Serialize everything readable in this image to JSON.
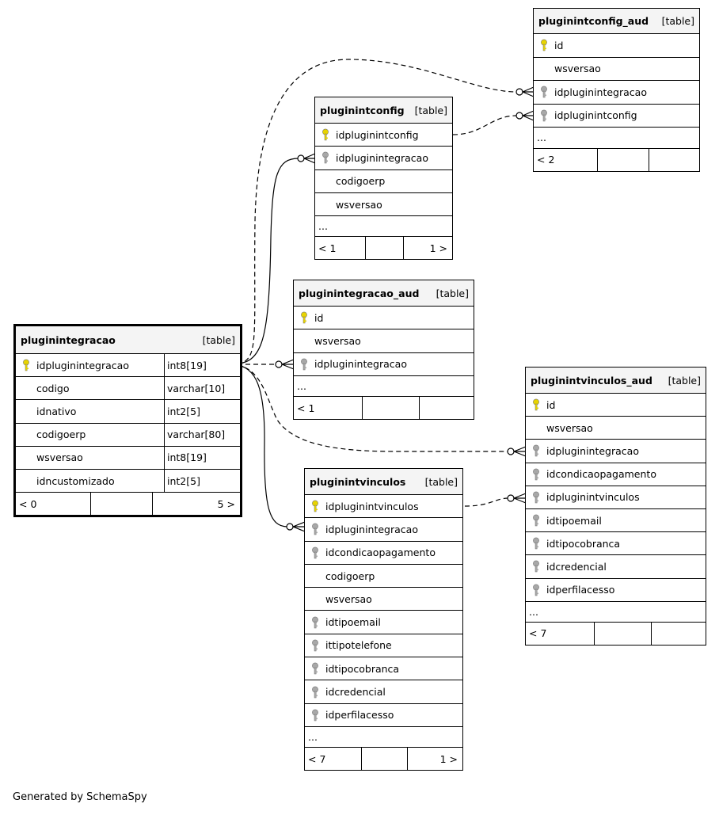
{
  "tables": [
    {
      "name": "pluginintegracao",
      "type": "[table]",
      "focus": true,
      "columns": [
        {
          "key": "primary",
          "name": "idpluginintegracao",
          "datatype": "int8[19]"
        },
        {
          "key": "none",
          "name": "codigo",
          "datatype": "varchar[10]"
        },
        {
          "key": "none",
          "name": "idnativo",
          "datatype": "int2[5]"
        },
        {
          "key": "none",
          "name": "codigoerp",
          "datatype": "varchar[80]"
        },
        {
          "key": "none",
          "name": "wsversao",
          "datatype": "int8[19]"
        },
        {
          "key": "none",
          "name": "idncustomizado",
          "datatype": "int2[5]"
        }
      ],
      "more": false,
      "footer": {
        "left": "< 0",
        "mid": "",
        "right": "5 >"
      }
    },
    {
      "name": "pluginintconfig_aud",
      "type": "[table]",
      "columns": [
        {
          "key": "primary",
          "name": "id"
        },
        {
          "key": "none",
          "name": "wsversao"
        },
        {
          "key": "foreign",
          "name": "idpluginintegracao"
        },
        {
          "key": "foreign",
          "name": "idpluginintconfig"
        }
      ],
      "more": true,
      "footer": {
        "left": "< 2",
        "mid": "",
        "right": ""
      }
    },
    {
      "name": "pluginintconfig",
      "type": "[table]",
      "columns": [
        {
          "key": "primary",
          "name": "idpluginintconfig"
        },
        {
          "key": "foreign",
          "name": "idpluginintegracao"
        },
        {
          "key": "none",
          "name": "codigoerp"
        },
        {
          "key": "none",
          "name": "wsversao"
        }
      ],
      "more": true,
      "footer": {
        "left": "< 1",
        "mid": "",
        "right": "1 >"
      }
    },
    {
      "name": "pluginintegracao_aud",
      "type": "[table]",
      "columns": [
        {
          "key": "primary",
          "name": "id"
        },
        {
          "key": "none",
          "name": "wsversao"
        },
        {
          "key": "foreign",
          "name": "idpluginintegracao"
        }
      ],
      "more": true,
      "footer": {
        "left": "< 1",
        "mid": "",
        "right": ""
      }
    },
    {
      "name": "pluginintvinculos_aud",
      "type": "[table]",
      "columns": [
        {
          "key": "primary",
          "name": "id"
        },
        {
          "key": "none",
          "name": "wsversao"
        },
        {
          "key": "foreign",
          "name": "idpluginintegracao"
        },
        {
          "key": "foreign",
          "name": "idcondicaopagamento"
        },
        {
          "key": "foreign",
          "name": "idpluginintvinculos"
        },
        {
          "key": "foreign",
          "name": "idtipoemail"
        },
        {
          "key": "foreign",
          "name": "idtipocobranca"
        },
        {
          "key": "foreign",
          "name": "idcredencial"
        },
        {
          "key": "foreign",
          "name": "idperfilacesso"
        }
      ],
      "more": true,
      "footer": {
        "left": "< 7",
        "mid": "",
        "right": ""
      }
    },
    {
      "name": "pluginintvinculos",
      "type": "[table]",
      "columns": [
        {
          "key": "primary",
          "name": "idpluginintvinculos"
        },
        {
          "key": "foreign",
          "name": "idpluginintegracao"
        },
        {
          "key": "foreign",
          "name": "idcondicaopagamento"
        },
        {
          "key": "none",
          "name": "codigoerp"
        },
        {
          "key": "none",
          "name": "wsversao"
        },
        {
          "key": "foreign",
          "name": "idtipoemail"
        },
        {
          "key": "foreign",
          "name": "ittipotelefone"
        },
        {
          "key": "foreign",
          "name": "idtipocobranca"
        },
        {
          "key": "foreign",
          "name": "idcredencial"
        },
        {
          "key": "foreign",
          "name": "idperfilacesso"
        }
      ],
      "more": true,
      "footer": {
        "left": "< 7",
        "mid": "",
        "right": "1 >"
      }
    }
  ],
  "more_label": "...",
  "key_colors": {
    "primary": "#e8d400",
    "foreign": "#a8a8a8"
  },
  "footer_note": "Generated by SchemaSpy"
}
